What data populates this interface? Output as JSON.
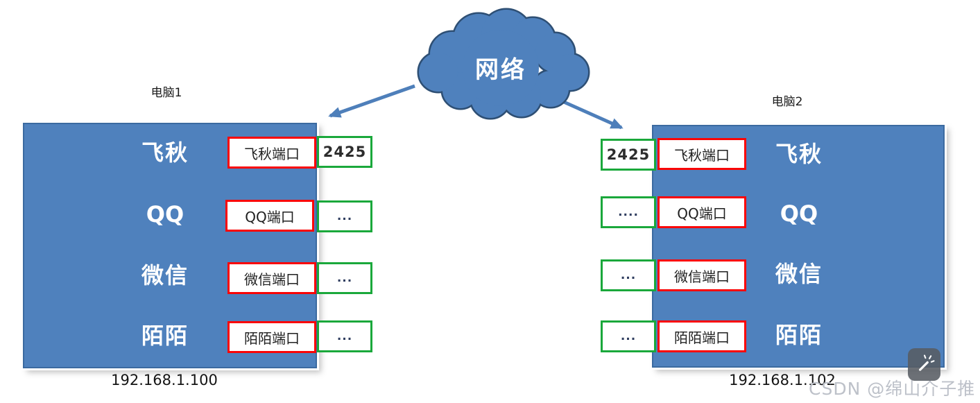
{
  "cloud": {
    "label": "网络"
  },
  "computers": [
    {
      "title": "电脑1",
      "ip": "192.168.1.100",
      "apps": [
        {
          "name": "飞秋",
          "port_label": "飞秋端口",
          "port_value": "2425"
        },
        {
          "name": "QQ",
          "port_label": "QQ端口",
          "port_value": "..."
        },
        {
          "name": "微信",
          "port_label": "微信端口",
          "port_value": "..."
        },
        {
          "name": "陌陌",
          "port_label": "陌陌端口",
          "port_value": "..."
        }
      ]
    },
    {
      "title": "电脑2",
      "ip": "192.168.1.102",
      "apps": [
        {
          "name": "飞秋",
          "port_label": "飞秋端口",
          "port_value": "2425"
        },
        {
          "name": "QQ",
          "port_label": "QQ端口",
          "port_value": "...."
        },
        {
          "name": "微信",
          "port_label": "微信端口",
          "port_value": "..."
        },
        {
          "name": "陌陌",
          "port_label": "陌陌端口",
          "port_value": "..."
        }
      ]
    }
  ],
  "watermark": {
    "text": "CSDN @绵山介子推"
  },
  "icons": {
    "wand": "magic-wand-icon"
  },
  "colors": {
    "box_fill": "#4f81bd",
    "box_border": "#3b6aa0",
    "port_label_border": "#fa0505",
    "port_value_border": "#1aa83b",
    "arrow": "#4e7fba",
    "cloud_fill": "#4f81bd",
    "cloud_outline": "#2e4f74",
    "watermark_text": "#bdc1c9"
  }
}
